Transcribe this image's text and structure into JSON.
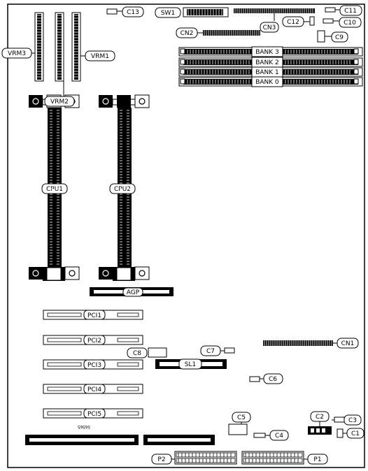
{
  "labels": {
    "c13": "C13",
    "sw1": "SW1",
    "c11": "C11",
    "c12": "C12",
    "c10": "C10",
    "cn3": "CN3",
    "cn2": "CN2",
    "c9": "C9",
    "vrm3": "VRM3",
    "vrm1": "VRM1",
    "vrm2": "VRM2",
    "bank3": "BANK 3",
    "bank2": "BANK 2",
    "bank1": "BANK 1",
    "bank0": "BANK 0",
    "cpu1": "CPU1",
    "cpu2": "CPU2",
    "agp": "AGP",
    "pci1": "PCI1",
    "pci2": "PCI2",
    "pci3": "PCI3",
    "pci4": "PCI4",
    "pci5": "PCI5",
    "c8": "C8",
    "c7": "C7",
    "sl1": "SL1",
    "cn1": "CN1",
    "c6": "C6",
    "c5": "C5",
    "c4": "C4",
    "c2": "C2",
    "c3": "C3",
    "c1": "C1",
    "p1": "P1",
    "p2": "P2",
    "board_code": "56565"
  },
  "colors": {
    "ink": "#000000",
    "paper": "#ffffff"
  }
}
